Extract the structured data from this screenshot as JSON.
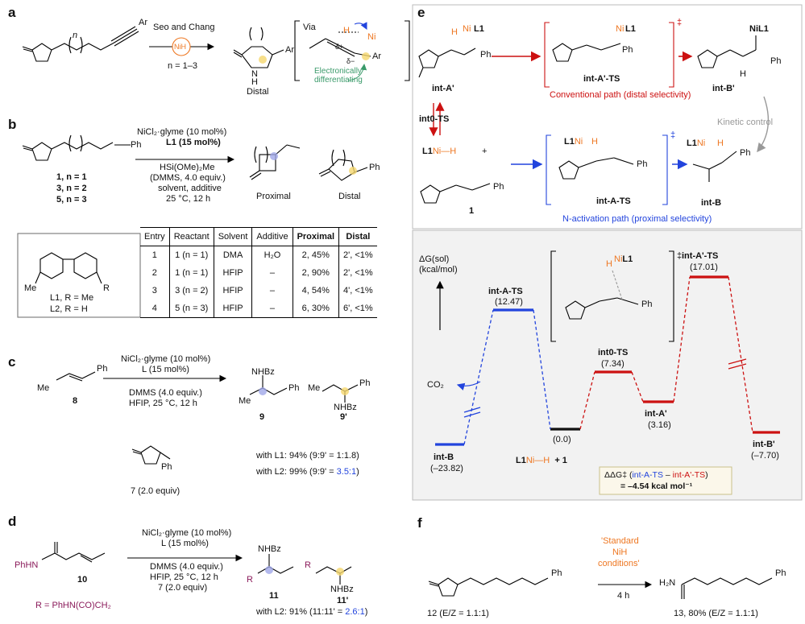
{
  "panel_labels": {
    "a": "a",
    "b": "b",
    "c": "c",
    "d": "d",
    "e": "e",
    "f": "f"
  },
  "panel_a": {
    "arrow_top": "Seo and Chang",
    "catalyst": "NiH",
    "arrow_bottom": "n = 1–3",
    "product_label": "Distal",
    "via": "Via",
    "ar": "Ar",
    "h": "H",
    "ni": "Ni",
    "delta_plus": "δ+",
    "delta_minus": "δ−",
    "note_line1": "Electronically",
    "note_line2": "differentiating",
    "n": "n",
    "nh": "N",
    "nh_h": "H"
  },
  "panel_b": {
    "cond": [
      "NiCl₂·glyme (10 mol%)",
      "L1 (15 mol%)",
      "HSi(OMe)₂Me",
      "(DMMS, 4.0 equiv.)",
      "solvent, additive",
      "25 °C, 12 h"
    ],
    "reactants": [
      "1, n = 1",
      "3, n = 2",
      "5, n = 3"
    ],
    "proximal": "Proximal",
    "distal": "Distal",
    "ligands": [
      "L1, R = Me",
      "L2, R = H"
    ],
    "ligand_me": "Me",
    "ligand_r": "R",
    "ph": "Ph",
    "table_headers": [
      "Entry",
      "Reactant",
      "Solvent",
      "Additive",
      "Proximal",
      "Distal"
    ],
    "table_rows": [
      [
        "1",
        "1 (n = 1)",
        "DMA",
        "H₂O",
        "2, 45%",
        "2', <1%"
      ],
      [
        "2",
        "1 (n = 1)",
        "HFIP",
        "–",
        "2, 90%",
        "2', <1%"
      ],
      [
        "3",
        "3 (n = 2)",
        "HFIP",
        "–",
        "4, 54%",
        "4', <1%"
      ],
      [
        "4",
        "5 (n = 3)",
        "HFIP",
        "–",
        "6, 30%",
        "6', <1%"
      ]
    ]
  },
  "panel_c": {
    "cond": [
      "NiCl₂·glyme (10 mol%)",
      "L (15 mol%)",
      "DMMS (4.0 equiv.)",
      "HFIP, 25 °C, 12 h"
    ],
    "sub": "8",
    "me": "Me",
    "ph": "Ph",
    "nhbz": "NHBz",
    "p9": "9",
    "p9p": "9'",
    "reagent": "7 (2.0 equiv)",
    "res1_prefix": "with L1: 94% (9:9' = ",
    "res1_ratio": "1:1.8",
    "res1_suffix": ")",
    "res2_prefix": "with L2: 99% (9:9' = ",
    "res2_ratio": "3.5:1",
    "res2_suffix": ")"
  },
  "panel_d": {
    "cond": [
      "NiCl₂·glyme (10 mol%)",
      "L (15 mol%)",
      "DMMS (4.0 equiv.)",
      "HFIP, 25 °C, 12 h",
      "7 (2.0 equiv)"
    ],
    "sub": "10",
    "phhn": "PhHN",
    "r_def": "R = PhHN(CO)CH₂",
    "p11": "11",
    "p11p": "11'",
    "r": "R",
    "res_prefix": "with L2: 91% (11:11' = ",
    "res_ratio": "2.6:1",
    "res_suffix": ")"
  },
  "panel_e": {
    "intA1": "int-A'",
    "intA1TS": "int-A'-TS",
    "intB1": "int-B'",
    "int0TS": "int0-TS",
    "L1NiH": "L1Ni—H",
    "plus": "+",
    "one": "1",
    "intATS": "int-A-TS",
    "intB": "int-B",
    "conv_path": "Conventional path (distal selectivity)",
    "n_path": "N-activation path (proximal selectivity)",
    "kinetic": "Kinetic control",
    "dagger": "‡",
    "ph": "Ph",
    "nil1": "NiL1",
    "h": "H",
    "l1": "L1",
    "ni": "Ni"
  },
  "energy": {
    "ylabel_line1": "ΔG(sol)",
    "ylabel_line2": "(kcal/mol)",
    "co2": "CO₂",
    "states": [
      {
        "name": "int-B",
        "value": "(–23.82)"
      },
      {
        "name": "int-A-TS",
        "value": "(12.47)"
      },
      {
        "name": "",
        "value": "(0.0)"
      },
      {
        "name": "int0-TS",
        "value": "(7.34)"
      },
      {
        "name": "int-A'",
        "value": "(3.16)"
      },
      {
        "name": "int-A'-TS",
        "value": "(17.01)"
      },
      {
        "name": "int-B'",
        "value": "(–7.70)"
      }
    ],
    "start_l1": "L1",
    "start_ni": "Ni—H",
    "start_plus": "+  1",
    "ddg_prefix": "ΔΔG‡ (",
    "ddg_blue": "int-A-TS",
    "ddg_mid": " – ",
    "ddg_red": "int-A'-TS",
    "ddg_suffix": ")",
    "ddg_value": "= –4.54 kcal mol⁻¹",
    "ts_h": "H",
    "ts_nil1": "NiL1",
    "ts_ph": "Ph",
    "ts_dagger": "‡",
    "colors": {
      "blue": "#2244dd",
      "red": "#cc1111",
      "black": "#111111",
      "panel_bg": "#f2f2f2"
    }
  },
  "panel_f": {
    "cond_line1": "'Standard",
    "cond_line2": "NiH",
    "cond_line3": "conditions'",
    "time": "4 h",
    "sub_label": "12 (E/Z = 1.1:1)",
    "prod_label": "13, 80% (E/Z = 1.1:1)",
    "h2n": "H₂N",
    "ph": "Ph"
  }
}
